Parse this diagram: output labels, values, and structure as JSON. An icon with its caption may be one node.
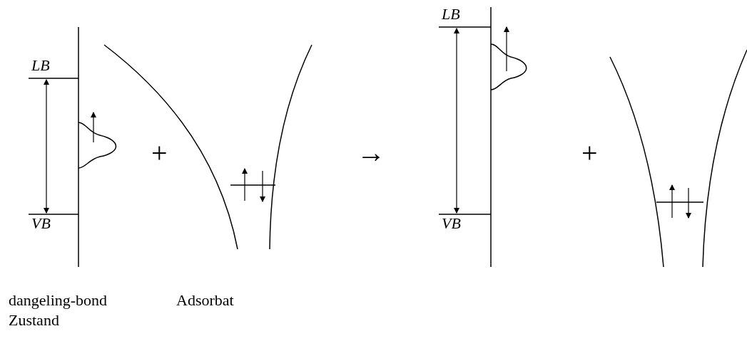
{
  "diagram": {
    "labels": [
      "LB",
      "VB",
      "+",
      "LB",
      "VB",
      "+",
      "→",
      "dangeling-bond Zustand",
      "Adsorbat"
    ]
  }
}
